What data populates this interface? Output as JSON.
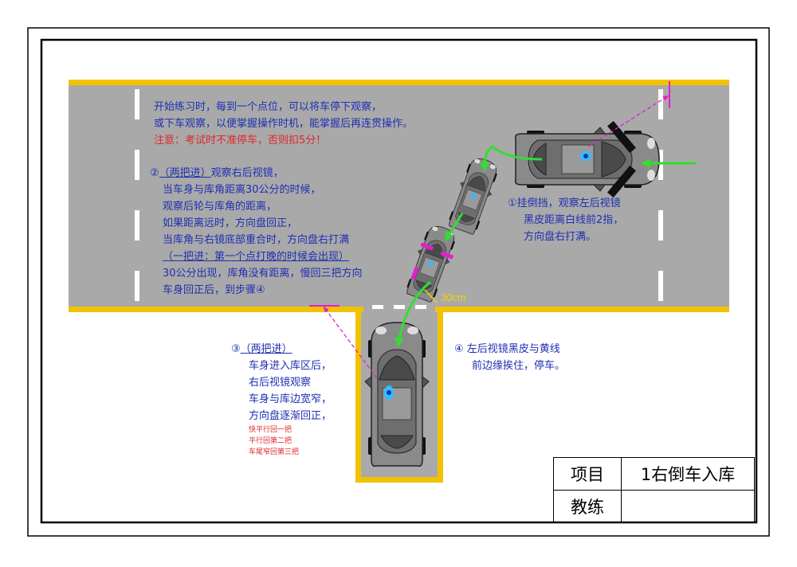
{
  "intro": {
    "line1": "开始练习时，每到一个点位，可以将车停下观察，",
    "line2": "或下车观察，以便掌握操作时机，能掌握后再连贯操作。",
    "warning": "注意：考试时不准停车，否则扣5分！"
  },
  "step1": {
    "line1": "①挂倒挡，观察左后视镜",
    "line2": "黑皮距离白线前2指，",
    "line3": "方向盘右打满。"
  },
  "step2": {
    "num": "②",
    "tag": "（两把进）",
    "line1_rest": "观察右后视镜，",
    "line2": "当车身与库角距离30公分的时候，",
    "line3": "观察后轮与库角的距离，",
    "line4": "如果距离远时，方向盘回正，",
    "line5": "当库角与右镜底部重合时，方向盘右打满",
    "line6": "（一把进：第一个点打晚的时候会出现）",
    "line7": "30公分出现，库角没有距离，慢回三把方向",
    "line8": "车身回正后，到步骤④"
  },
  "step3": {
    "num": "③",
    "tag": "（两把进）",
    "line1": "车身进入库区后，",
    "line2": "右后视镜观察",
    "line3": "车身与库边宽窄，",
    "line4": "方向盘逐渐回正，",
    "small1": "快平行回一把",
    "small2": "平行回第二把",
    "small3": "车尾窄回第三把"
  },
  "step4": {
    "line1": "④ 左后视镜黑皮与黄线",
    "line2": "前边缘挨住，停车。"
  },
  "dimension": "30cm",
  "titleblock": {
    "item_label": "项目",
    "item_value": "1右倒车入库",
    "coach_label": "教练",
    "coach_value": ""
  },
  "colors": {
    "road": "#a9a9a9",
    "line": "#f2c200",
    "arrow": "#33dd33",
    "guide": "#e020d0",
    "text": "#1f2fb3",
    "warn": "#e0262a"
  }
}
